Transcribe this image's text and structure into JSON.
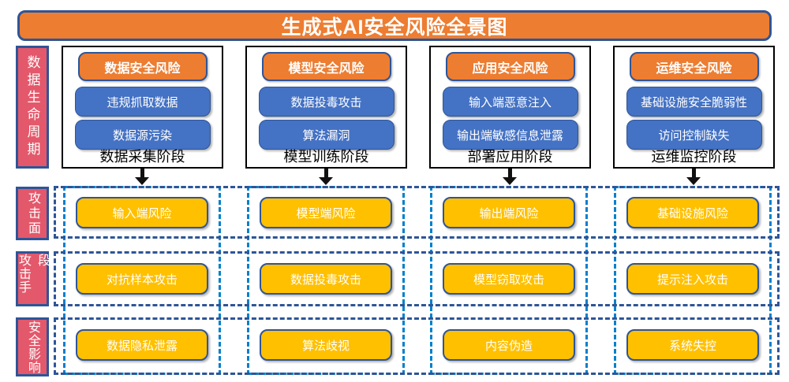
{
  "title": "生成式AI安全风险全景图",
  "side_labels": [
    "数据生命周期",
    "攻击面",
    "攻击手段",
    "安全影响"
  ],
  "lifecycle": [
    {
      "header": "数据安全风险",
      "items": [
        "违规抓取数据",
        "数据源污染"
      ],
      "stage": "数据采集阶段"
    },
    {
      "header": "模型安全风险",
      "items": [
        "数据投毒攻击",
        "算法漏洞"
      ],
      "stage": "模型训练阶段"
    },
    {
      "header": "应用安全风险",
      "items": [
        "输入端恶意注入",
        "输出端敏感信息泄露"
      ],
      "stage": "部署应用阶段"
    },
    {
      "header": "运维安全风险",
      "items": [
        "基础设施安全脆弱性",
        "访问控制缺失"
      ],
      "stage": "运维监控阶段"
    }
  ],
  "matrix": [
    {
      "label": "攻击面",
      "cells": [
        "输入端风险",
        "模型端风险",
        "输出端风险",
        "基础设施风险"
      ]
    },
    {
      "label": "攻击手段",
      "cells": [
        "对抗样本攻击",
        "数据投毒攻击",
        "模型窃取攻击",
        "提示注入攻击"
      ]
    },
    {
      "label": "安全影响",
      "cells": [
        "数据隐私泄露",
        "算法歧视",
        "内容伪造",
        "系统失控"
      ]
    }
  ],
  "colors": {
    "orange": "#ED7D31",
    "blue": "#4472C4",
    "yellow": "#FFC000",
    "red": "#E4586B",
    "navy_border": "#2E5597",
    "bright_blue_dash": "#0080CC",
    "black": "#000000"
  }
}
